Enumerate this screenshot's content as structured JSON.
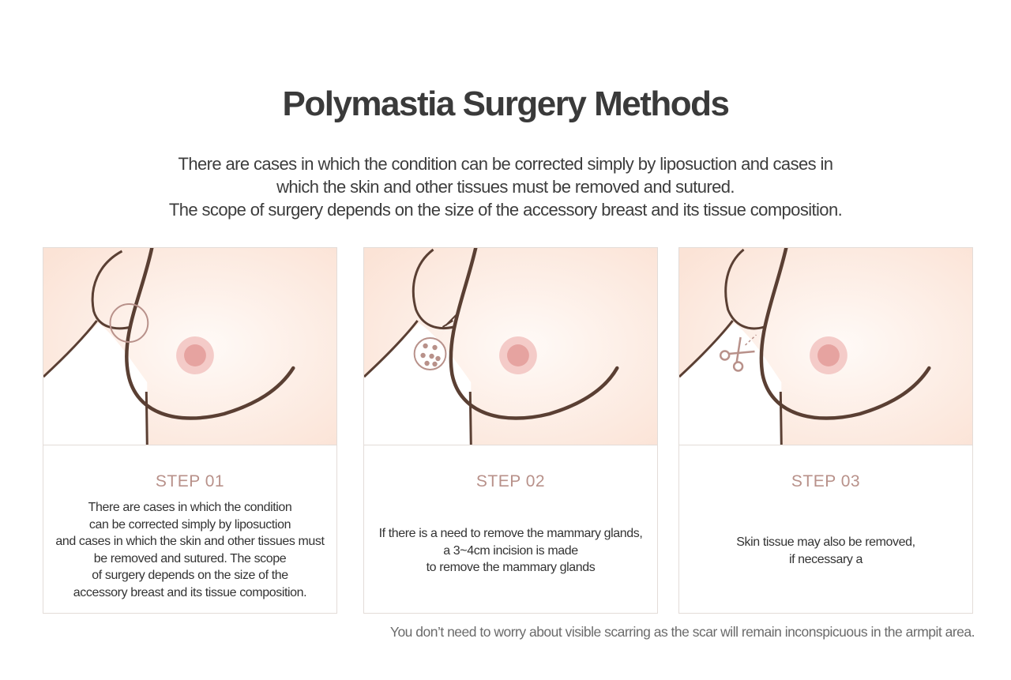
{
  "page": {
    "title": "Polymastia Surgery Methods",
    "intro_lines": [
      "There are cases in which the condition can be corrected simply by liposuction and cases in",
      "which the skin and other tissues must be removed and sutured.",
      "The scope of surgery depends on the size of the accessory breast and its tissue composition."
    ]
  },
  "colors": {
    "skin": "#fbe6da",
    "outline": "#5a3f33",
    "accent": "#b8918a",
    "nipple": "#e6a3a0",
    "areola": "#f4cbc8",
    "card_border": "#e3dcd8"
  },
  "steps": [
    {
      "title": "STEP 01",
      "icon": "circle-marker-icon",
      "desc_lines": [
        "There are cases in which the condition",
        "can be corrected simply by liposuction",
        "and cases in which the skin and other tissues must",
        "be removed and sutured. The scope",
        "of surgery depends on the size of the",
        "accessory breast and its tissue composition."
      ]
    },
    {
      "title": "STEP 02",
      "icon": "tissue-dots-icon",
      "desc_lines": [
        "If there is a need to remove the mammary glands,",
        "a 3~4cm incision is made",
        "to remove the mammary glands"
      ]
    },
    {
      "title": "STEP 03",
      "icon": "scissors-icon",
      "desc_lines": [
        "Skin tissue may also be removed,",
        "if necessary a"
      ]
    }
  ],
  "footnote": "You don’t need to worry about visible scarring as the scar will remain inconspicuous in the armpit area."
}
